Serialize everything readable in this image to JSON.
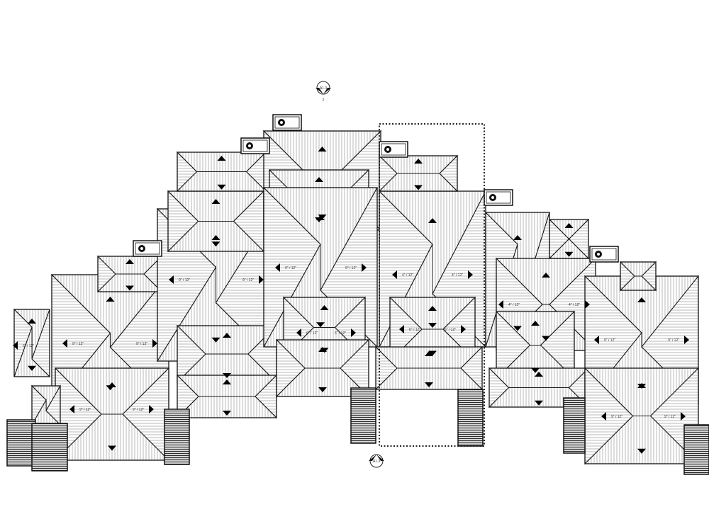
{
  "drawing": {
    "type": "roof plan",
    "section_marker_top": {
      "sheet": "A1.3",
      "number": "2"
    },
    "section_marker_bottom": {
      "sheet": "A1.3"
    },
    "slopes": [
      "9\" / 12\"",
      "4\" / 12\"",
      "6\" / 12\""
    ],
    "colors": {
      "line": "#1a1a1a",
      "hatch": "#8a8a8a",
      "stair": "#3a3a3a"
    }
  }
}
